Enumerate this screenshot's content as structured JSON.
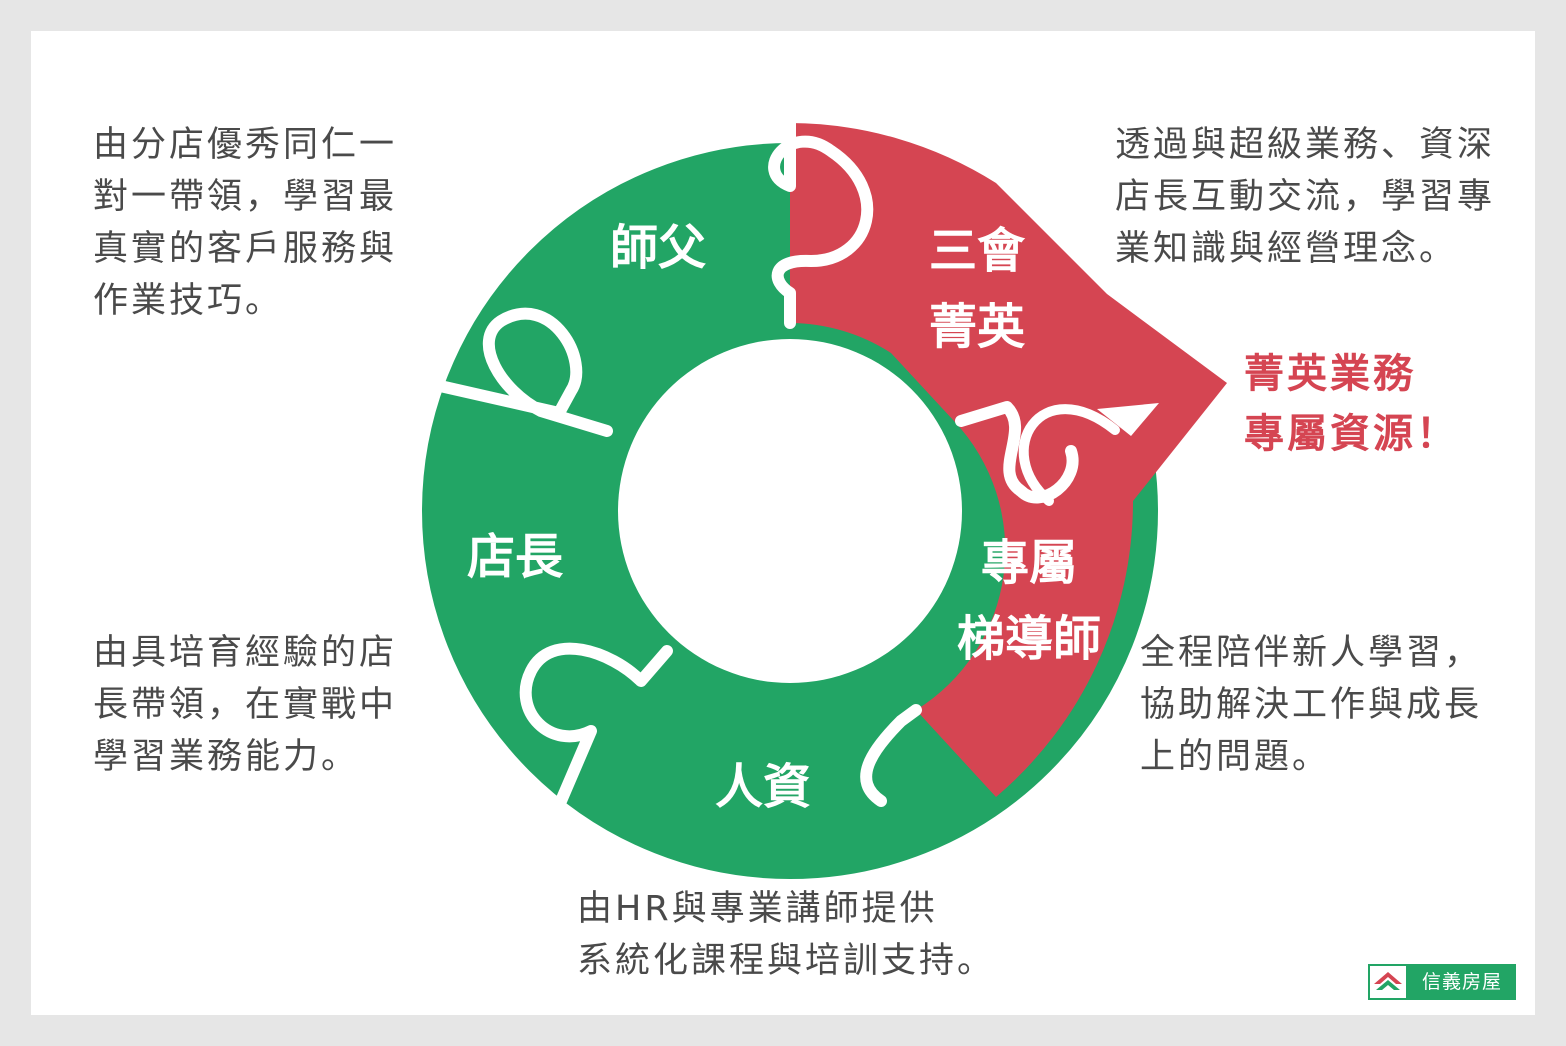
{
  "pieces": {
    "shifu": "師父",
    "sanhui_line1": "三會",
    "sanhui_line2": "菁英",
    "dianzhang": "店長",
    "zhuanshu_line1": "專屬",
    "zhuanshu_line2": "梯導師",
    "renzi": "人資"
  },
  "descriptions": {
    "shifu": [
      "由分店優秀同仁一",
      "對一帶領，學習最",
      "真實的客戶服務與",
      "作業技巧。"
    ],
    "sanhui": [
      "透過與超級業務、資深",
      "店長互動交流，學習專",
      "業知識與經營理念。"
    ],
    "dianzhang": [
      "由具培育經驗的店",
      "長帶領，在實戰中",
      "學習業務能力。"
    ],
    "zhuanshu": [
      "全程陪伴新人學習，",
      "協助解決工作與成長",
      "上的問題。"
    ],
    "renzi": [
      "由HR與專業講師提供",
      "系統化課程與培訓支持。"
    ]
  },
  "callout": [
    "菁英業務",
    "專屬資源！"
  ],
  "logo": {
    "text": "信義房屋"
  },
  "colors": {
    "green": "#22a565",
    "red": "#d54552",
    "text": "#4a4a4a",
    "background": "#e6e6e6"
  }
}
